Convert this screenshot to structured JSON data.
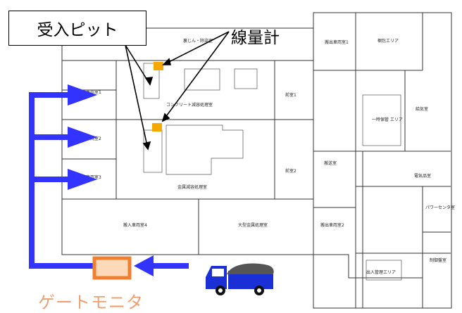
{
  "callouts": {
    "pit_label": "受入ピット",
    "meter_label": "線量計",
    "gate_label": "ゲートモニタ"
  },
  "rooms": {
    "sorting": "裏じん・除染室",
    "reception1": "搬入車両室1",
    "reception2": "搬入車両室2",
    "reception3": "搬入車両室3",
    "reception4": "搬入車両室4",
    "concrete": "コンクリート減容処理室",
    "metal": "金属減容処理室",
    "front1": "前室1",
    "front2": "前室2",
    "transport": "搬送室",
    "out1": "搬出車両室1",
    "out2": "搬出車両室2",
    "large_metal": "大型金属処理室",
    "store_area": "梱包エリア",
    "temp_area": "一時保管\nエリア",
    "supply_air": "給気室",
    "electrical": "電気品室",
    "power_center": "パワーセンタ室",
    "control": "制御盤室",
    "access_area": "出入管理エリア"
  },
  "colors": {
    "flow_arrow": "#3333ff",
    "meter": "#f5a800",
    "gate_fill": "#fcd9b8",
    "gate_stroke": "#f08030",
    "gate_text": "#f0a070",
    "truck_body": "#1a2fd6"
  }
}
